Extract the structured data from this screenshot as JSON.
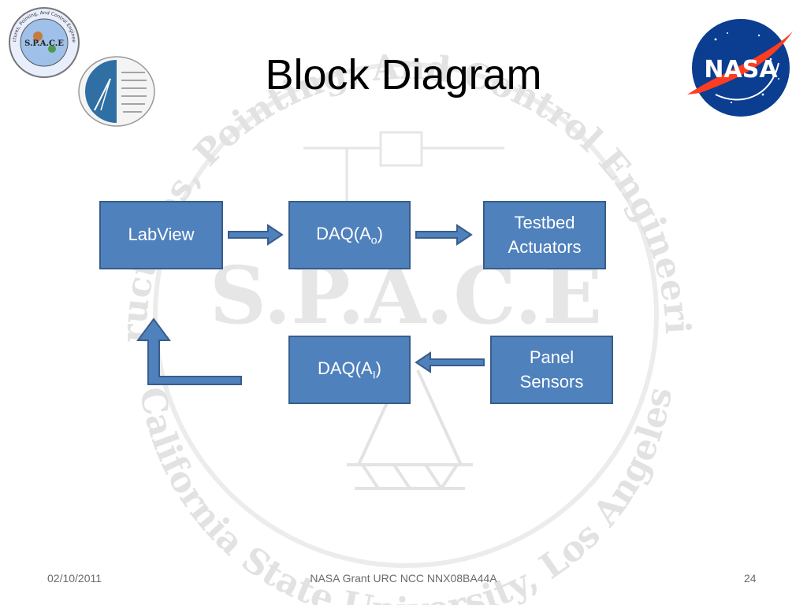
{
  "slide": {
    "title": "Block Diagram"
  },
  "logos": {
    "space_seal_text": "Structures, Pointing, And Control Engineering  S.P.A.C.E  California State University, Los Angeles",
    "space_seal_label": "S.P.A.C.E",
    "nasa_text": "NASA"
  },
  "watermark": {
    "top_arc": "Structures, Pointing, And Control Engineering",
    "bottom_arc": "California State University, Los Angeles",
    "center": "S.P.A.C.E"
  },
  "diagram": {
    "labview": "LabView",
    "daq_out_prefix": "DAQ(A",
    "daq_out_sub": "o",
    "daq_out_suffix": ")",
    "testbed_line1": "Testbed",
    "testbed_line2": "Actuators",
    "daq_in_prefix": "DAQ(A",
    "daq_in_sub": "I",
    "daq_in_suffix": ")",
    "panel_line1": "Panel",
    "panel_line2": "Sensors"
  },
  "footer": {
    "date": "02/10/2011",
    "center": "NASA Grant URC NCC NNX08BA44A",
    "page": "24"
  },
  "colors": {
    "box_fill": "#4f81bd",
    "box_border": "#385d8a",
    "watermark": "#dcdcdc"
  }
}
